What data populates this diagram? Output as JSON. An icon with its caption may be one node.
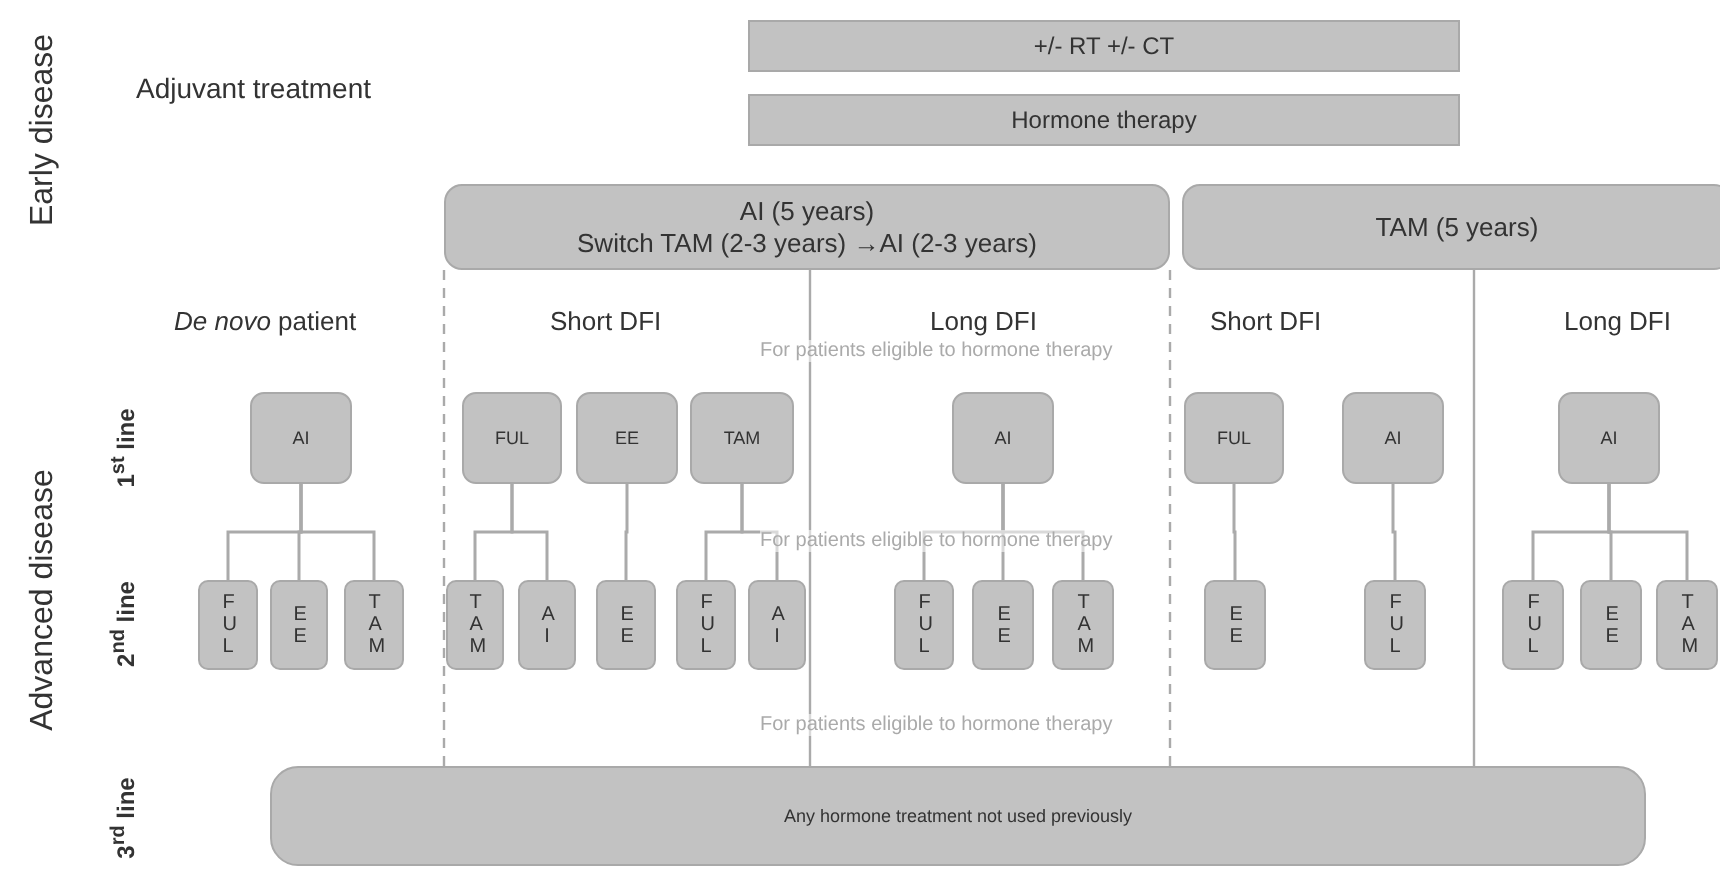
{
  "diagram": {
    "nodes": [
      {
        "text": [
          "+/- RT +/- CT"
        ]
      },
      {
        "text": [
          "Hormone therapy"
        ]
      },
      {
        "text": [
          "AI (5 years)",
          "Switch TAM (2-3 years) →AI (2-3 years)"
        ]
      },
      {
        "text": [
          "TAM (5 years)"
        ]
      },
      {
        "text": [
          "AI"
        ]
      },
      {
        "text": [
          "FUL"
        ]
      },
      {
        "text": [
          "EE"
        ]
      },
      {
        "text": [
          "TAM"
        ]
      },
      {
        "text": [
          "AI"
        ]
      },
      {
        "text": [
          "FUL"
        ]
      },
      {
        "text": [
          "AI"
        ]
      },
      {
        "text": [
          "AI"
        ]
      },
      {
        "text": [
          "FUL"
        ]
      },
      {
        "text": [
          "EE"
        ]
      },
      {
        "text": [
          "TAM"
        ]
      },
      {
        "text": [
          "TAM"
        ]
      },
      {
        "text": [
          "AI"
        ]
      },
      {
        "text": [
          "EE"
        ]
      },
      {
        "text": [
          "FUL"
        ]
      },
      {
        "text": [
          "AI"
        ]
      },
      {
        "text": [
          "FUL"
        ]
      },
      {
        "text": [
          "EE"
        ]
      },
      {
        "text": [
          "TAM"
        ]
      },
      {
        "text": [
          "EE"
        ]
      },
      {
        "text": [
          "FUL"
        ]
      },
      {
        "text": [
          "FUL"
        ]
      },
      {
        "text": [
          "EE"
        ]
      },
      {
        "text": [
          "TAM"
        ]
      },
      {
        "text": [
          "Any hormone treatment not used previously"
        ]
      }
    ],
    "edges": [
      {
        "from": 4,
        "to": 12,
        "arrow": "none"
      },
      {
        "from": 4,
        "to": 13,
        "arrow": "none"
      },
      {
        "from": 4,
        "to": 14,
        "arrow": "none"
      },
      {
        "from": 5,
        "to": 15,
        "arrow": "none"
      },
      {
        "from": 5,
        "to": 16,
        "arrow": "none"
      },
      {
        "from": 6,
        "to": 17,
        "arrow": "none"
      },
      {
        "from": 7,
        "to": 18,
        "arrow": "none"
      },
      {
        "from": 7,
        "to": 19,
        "arrow": "none"
      },
      {
        "from": 8,
        "to": 20,
        "arrow": "none"
      },
      {
        "from": 8,
        "to": 21,
        "arrow": "none"
      },
      {
        "from": 8,
        "to": 22,
        "arrow": "none"
      },
      {
        "from": 9,
        "to": 23,
        "arrow": "none"
      },
      {
        "from": 10,
        "to": 24,
        "arrow": "none"
      },
      {
        "from": 11,
        "to": 25,
        "arrow": "none"
      },
      {
        "from": 11,
        "to": 26,
        "arrow": "none"
      },
      {
        "from": 11,
        "to": 27,
        "arrow": "none"
      }
    ],
    "labels": [
      "Early disease",
      "Adjuvant treatment",
      "*De novo* patient",
      "Short DFI",
      "Long DFI",
      "Short DFI",
      "Long DFI",
      "For patients eligible to hormone therapy",
      "Advanced disease",
      "1$^{st}$ line",
      "For patients eligible to hormone therapy",
      "2$^{nd}$ line",
      "For patients eligible to hormone therapy",
      "3$^{rd}$ line"
    ]
  }
}
